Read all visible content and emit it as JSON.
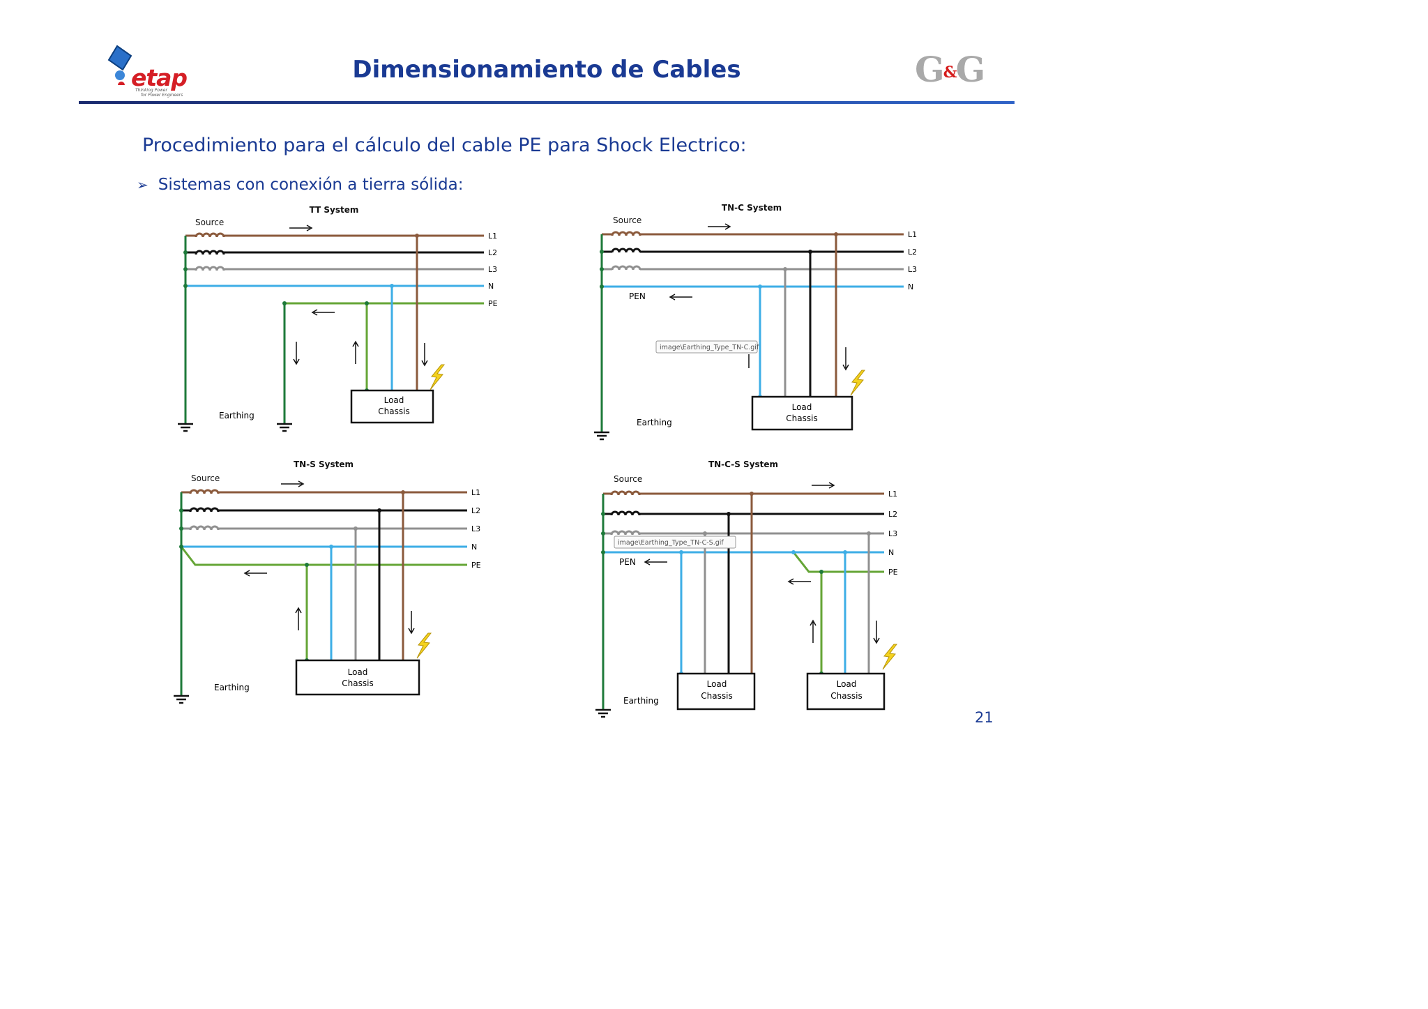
{
  "header": {
    "title": "Dimensionamiento de Cables",
    "logo_left": {
      "word": "etap",
      "tagline1": "Thinking Power",
      "tagline2": "for Power Engineers"
    },
    "logo_right": {
      "left": "G",
      "amp": "&",
      "right": "G"
    }
  },
  "subtitle": "Procedimiento para el cálculo del cable PE para Shock Electrico:",
  "bullet": "Sistemas con conexión a tierra sólida:",
  "page_number": "21",
  "colors": {
    "title": "#1a3a93",
    "L1": "#8b5a3c",
    "L2": "#111111",
    "L3": "#909090",
    "N": "#3daee6",
    "PE": "#65a536",
    "earth": "#1e7a3a"
  },
  "common": {
    "source": "Source",
    "earthing": "Earthing",
    "load1": "Load",
    "load2": "Chassis",
    "L1": "L1",
    "L2": "L2",
    "L3": "L3",
    "N": "N",
    "PE": "PE",
    "PEN": "PEN"
  },
  "diagrams": {
    "tt": {
      "title": "TT System"
    },
    "tnc": {
      "title": "TN-C System",
      "tooltip": "image\\Earthing_Type_TN-C.gif"
    },
    "tns": {
      "title": "TN-S System"
    },
    "tncs": {
      "title": "TN-C-S System",
      "tooltip": "image\\Earthing_Type_TN-C-S.gif"
    }
  }
}
